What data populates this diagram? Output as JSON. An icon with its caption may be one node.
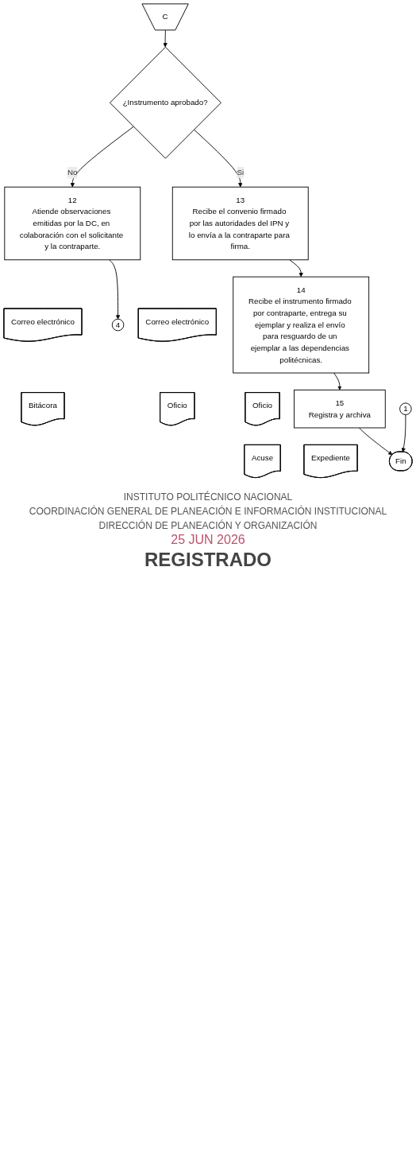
{
  "diagram": {
    "nodes": [
      {
        "text": [
          "C"
        ]
      },
      {
        "text": [
          "¿Instrumento aprobado?"
        ]
      },
      {
        "text": [
          "12",
          "Atiende observaciones emitidas por la DC, en colaboración con el solicitante y la contraparte."
        ]
      },
      {
        "text": [
          "4"
        ]
      },
      {
        "text": [
          "Correo electrónico"
        ]
      },
      {
        "text": [
          "Bitácora"
        ]
      },
      {
        "text": [
          "13",
          "Recibe el convenio firmado por las autoridades del IPN y lo envía a la contraparte para firma."
        ]
      },
      {
        "text": [
          "Correo electrónico"
        ]
      },
      {
        "text": [
          "Oficio"
        ]
      },
      {
        "text": [
          "14",
          "Recibe el instrumento firmado por contraparte, entrega su ejemplar y realiza el envío para resguardo de un ejemplar a las dependencias politécnicas."
        ]
      },
      {
        "text": [
          "Oficio"
        ]
      },
      {
        "text": [
          "Acuse"
        ]
      },
      {
        "text": [
          "15",
          "Registra y archiva"
        ]
      },
      {
        "text": [
          "Expediente"
        ]
      },
      {
        "text": [
          "1"
        ]
      },
      {
        "text": [
          "Fin"
        ]
      }
    ],
    "edges": [
      {
        "from": 0,
        "to": 1,
        "arrow": "to"
      },
      {
        "from": 1,
        "to": 6,
        "label": "Si",
        "arrow": "to"
      },
      {
        "from": 1,
        "to": 2,
        "label": "No",
        "arrow": "to"
      },
      {
        "from": 2,
        "to": 3,
        "arrow": "to"
      },
      {
        "from": 6,
        "to": 9,
        "arrow": "to"
      },
      {
        "from": 9,
        "to": 12,
        "arrow": "to"
      },
      {
        "from": 12,
        "to": 15,
        "arrow": "to"
      },
      {
        "from": 14,
        "to": 15,
        "arrow": "to"
      }
    ],
    "labels": [
      "INSTITUTO POLITÉCNICO NACIONAL",
      "COORDINACIÓN GENERAL DE PLANEACIÓN E INFORMACIÓN INSTITUCIONAL",
      "DIRECCIÓN DE PLANEACIÓN Y ORGANIZACIÓN",
      "25 JUN 2026",
      "REGISTRADO"
    ]
  }
}
